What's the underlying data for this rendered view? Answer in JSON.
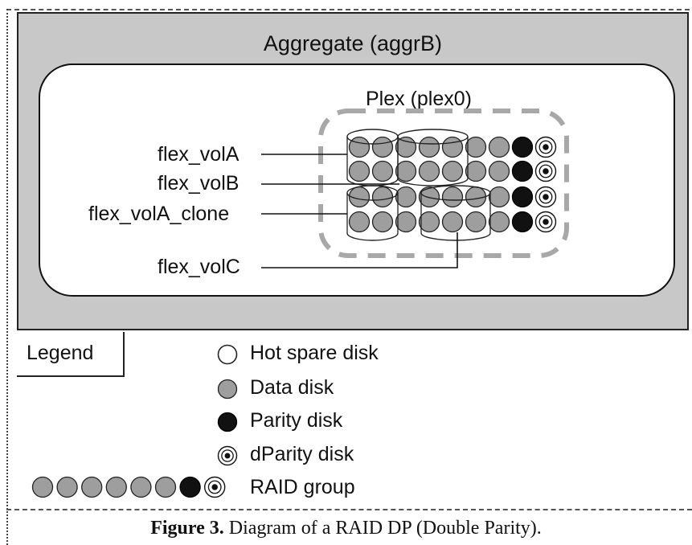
{
  "aggregate": {
    "title": "Aggregate (aggrB)"
  },
  "plex": {
    "title": "Plex (plex0)"
  },
  "volumes": {
    "vol_a": "flex_volA",
    "vol_b": "flex_volB",
    "vol_a_clone": "flex_volA_clone",
    "vol_c": "flex_volC"
  },
  "disk_rows": [
    [
      "data",
      "data",
      "data",
      "data",
      "data",
      "data",
      "data",
      "parity",
      "dparity"
    ],
    [
      "data",
      "data",
      "data",
      "data",
      "data",
      "data",
      "data",
      "parity",
      "dparity"
    ],
    [
      "data",
      "data",
      "data",
      "data",
      "data",
      "data",
      "data",
      "parity",
      "dparity"
    ],
    [
      "data",
      "data",
      "data",
      "data",
      "data",
      "data",
      "data",
      "parity",
      "dparity"
    ]
  ],
  "legend": {
    "title": "Legend",
    "items": [
      {
        "icon": "hot-spare-disk-icon",
        "label": "Hot spare disk"
      },
      {
        "icon": "data-disk-icon",
        "label": "Data disk"
      },
      {
        "icon": "parity-disk-icon",
        "label": "Parity disk"
      },
      {
        "icon": "dparity-disk-icon",
        "label": "dParity disk"
      },
      {
        "icon": "raid-group-icon",
        "label": "RAID group"
      }
    ],
    "raid_group_disks": [
      "data",
      "data",
      "data",
      "data",
      "data",
      "data",
      "parity",
      "dparity"
    ]
  },
  "colors": {
    "aggregate_bg": "#c8c8c8",
    "data_disk": "#9e9e9e",
    "parity_disk": "#111111",
    "plex_dash": "#a8a8a8"
  },
  "caption": {
    "label": "Figure 3.",
    "text": " Diagram of a RAID DP (Double Parity)."
  }
}
